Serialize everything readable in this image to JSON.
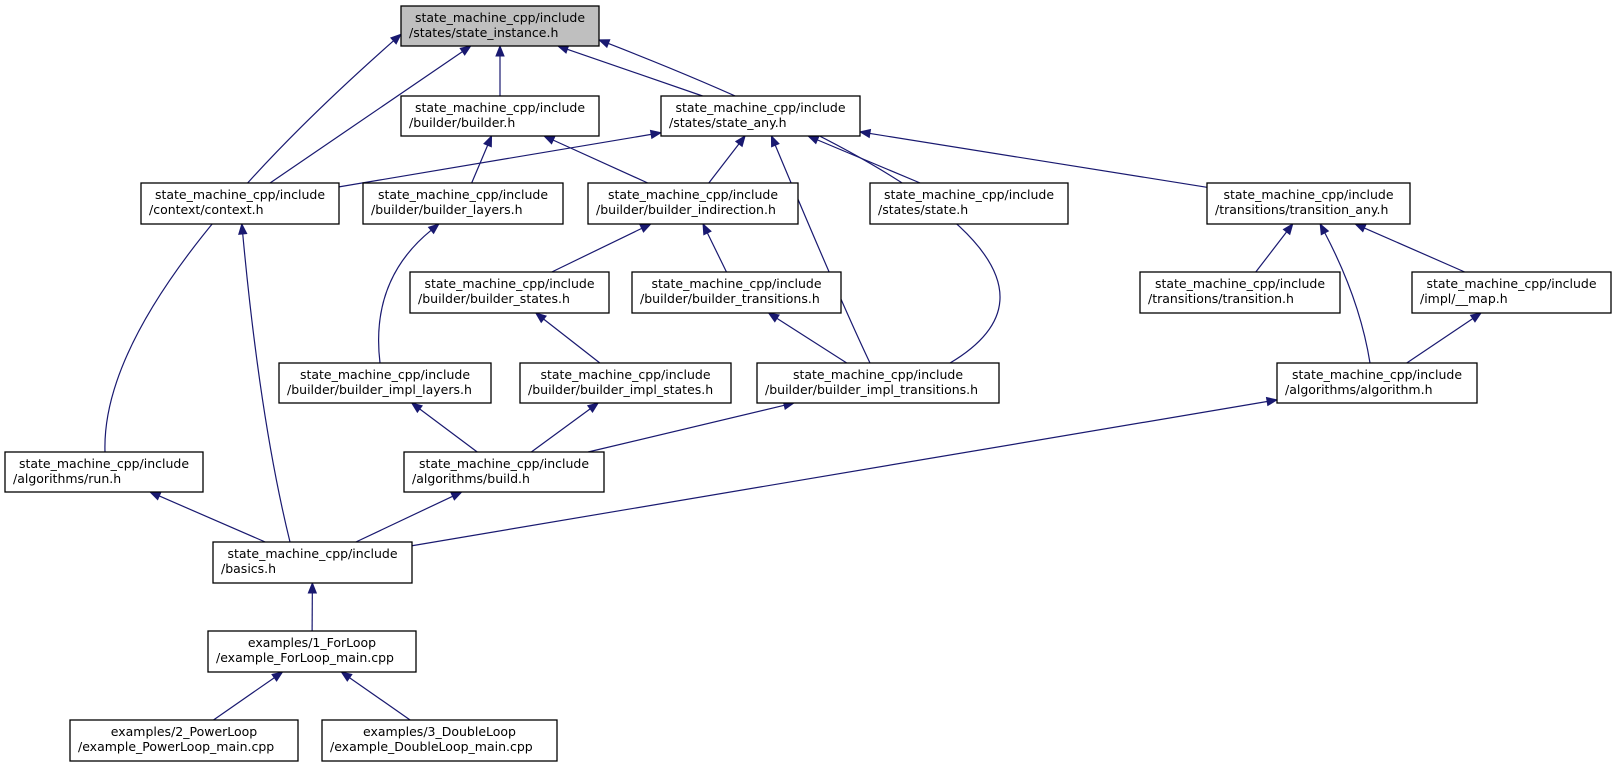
{
  "graph": {
    "nodes": [
      {
        "id": "state_instance",
        "l1": "state_machine_cpp/include",
        "l2": "/states/state_instance.h",
        "root": true
      },
      {
        "id": "builder",
        "l1": "state_machine_cpp/include",
        "l2": "/builder/builder.h"
      },
      {
        "id": "state_any",
        "l1": "state_machine_cpp/include",
        "l2": "/states/state_any.h"
      },
      {
        "id": "context",
        "l1": "state_machine_cpp/include",
        "l2": "/context/context.h"
      },
      {
        "id": "builder_layers",
        "l1": "state_machine_cpp/include",
        "l2": "/builder/builder_layers.h"
      },
      {
        "id": "builder_indirection",
        "l1": "state_machine_cpp/include",
        "l2": "/builder/builder_indirection.h"
      },
      {
        "id": "state",
        "l1": "state_machine_cpp/include",
        "l2": "/states/state.h"
      },
      {
        "id": "transition_any",
        "l1": "state_machine_cpp/include",
        "l2": "/transitions/transition_any.h"
      },
      {
        "id": "builder_states",
        "l1": "state_machine_cpp/include",
        "l2": "/builder/builder_states.h"
      },
      {
        "id": "builder_transitions",
        "l1": "state_machine_cpp/include",
        "l2": "/builder/builder_transitions.h"
      },
      {
        "id": "transition",
        "l1": "state_machine_cpp/include",
        "l2": "/transitions/transition.h"
      },
      {
        "id": "map",
        "l1": "state_machine_cpp/include",
        "l2": "/impl/__map.h"
      },
      {
        "id": "builder_impl_layers",
        "l1": "state_machine_cpp/include",
        "l2": "/builder/builder_impl_layers.h"
      },
      {
        "id": "builder_impl_states",
        "l1": "state_machine_cpp/include",
        "l2": "/builder/builder_impl_states.h"
      },
      {
        "id": "builder_impl_transitions",
        "l1": "state_machine_cpp/include",
        "l2": "/builder/builder_impl_transitions.h"
      },
      {
        "id": "algorithm",
        "l1": "state_machine_cpp/include",
        "l2": "/algorithms/algorithm.h"
      },
      {
        "id": "run",
        "l1": "state_machine_cpp/include",
        "l2": "/algorithms/run.h"
      },
      {
        "id": "build",
        "l1": "state_machine_cpp/include",
        "l2": "/algorithms/build.h"
      },
      {
        "id": "basics",
        "l1": "state_machine_cpp/include",
        "l2": "/basics.h"
      },
      {
        "id": "forloop",
        "l1": "examples/1_ForLoop",
        "l2": "/example_ForLoop_main.cpp"
      },
      {
        "id": "powerloop",
        "l1": "examples/2_PowerLoop",
        "l2": "/example_PowerLoop_main.cpp"
      },
      {
        "id": "doubleloop",
        "l1": "examples/3_DoubleLoop",
        "l2": "/example_DoubleLoop_main.cpp"
      }
    ],
    "edges": [
      {
        "from": "builder",
        "to": "state_instance"
      },
      {
        "from": "state_any",
        "to": "state_instance"
      },
      {
        "from": "context",
        "to": "state_instance"
      },
      {
        "from": "run",
        "to": "state_instance"
      },
      {
        "from": "builder_impl_transitions",
        "to": "state_instance"
      },
      {
        "from": "context",
        "to": "state_any"
      },
      {
        "from": "builder_indirection",
        "to": "state_any"
      },
      {
        "from": "state",
        "to": "state_any"
      },
      {
        "from": "transition_any",
        "to": "state_any"
      },
      {
        "from": "builder_impl_transitions",
        "to": "state_any"
      },
      {
        "from": "builder_layers",
        "to": "builder"
      },
      {
        "from": "builder_indirection",
        "to": "builder"
      },
      {
        "from": "builder_states",
        "to": "builder_indirection"
      },
      {
        "from": "builder_transitions",
        "to": "builder_indirection"
      },
      {
        "from": "builder_impl_layers",
        "to": "builder_layers"
      },
      {
        "from": "builder_impl_states",
        "to": "builder_states"
      },
      {
        "from": "builder_impl_transitions",
        "to": "builder_transitions"
      },
      {
        "from": "transition",
        "to": "transition_any"
      },
      {
        "from": "map",
        "to": "transition_any"
      },
      {
        "from": "algorithm",
        "to": "transition_any"
      },
      {
        "from": "algorithm",
        "to": "map"
      },
      {
        "from": "basics",
        "to": "context"
      },
      {
        "from": "build",
        "to": "builder_impl_layers"
      },
      {
        "from": "build",
        "to": "builder_impl_states"
      },
      {
        "from": "build",
        "to": "builder_impl_transitions"
      },
      {
        "from": "basics",
        "to": "algorithm"
      },
      {
        "from": "basics",
        "to": "run"
      },
      {
        "from": "basics",
        "to": "build"
      },
      {
        "from": "forloop",
        "to": "basics"
      },
      {
        "from": "powerloop",
        "to": "forloop"
      },
      {
        "from": "doubleloop",
        "to": "forloop"
      }
    ]
  }
}
